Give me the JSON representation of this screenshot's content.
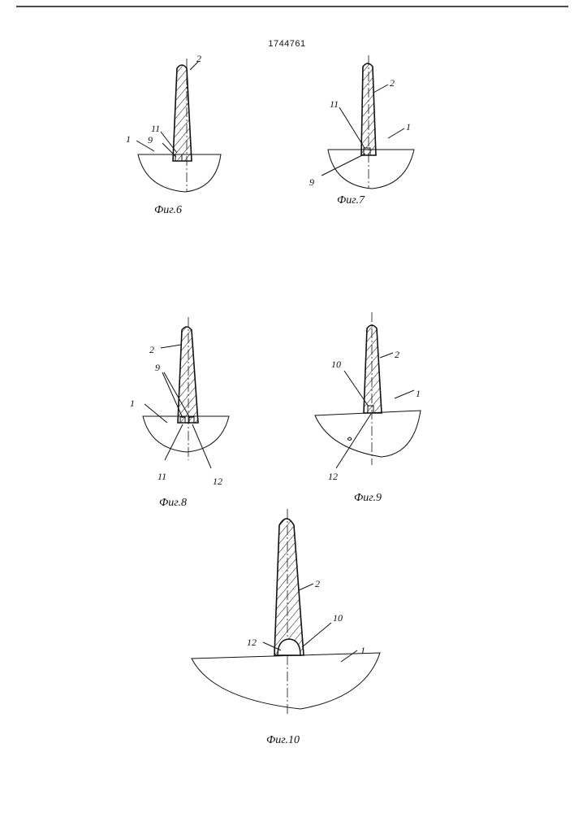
{
  "header": {
    "patent_number": "1744761"
  },
  "figures": [
    {
      "caption": "Фиг.6",
      "labels": [
        "2",
        "11",
        "9",
        "1"
      ]
    },
    {
      "caption": "Фиг.7",
      "labels": [
        "2",
        "11",
        "1",
        "9"
      ]
    },
    {
      "caption": "Фиг.8",
      "labels": [
        "2",
        "9",
        "1",
        "11",
        "12"
      ]
    },
    {
      "caption": "Фиг.9",
      "labels": [
        "10",
        "2",
        "1",
        "12"
      ]
    },
    {
      "caption": "Фиг.10",
      "labels": [
        "2",
        "10",
        "12",
        "1"
      ]
    }
  ]
}
